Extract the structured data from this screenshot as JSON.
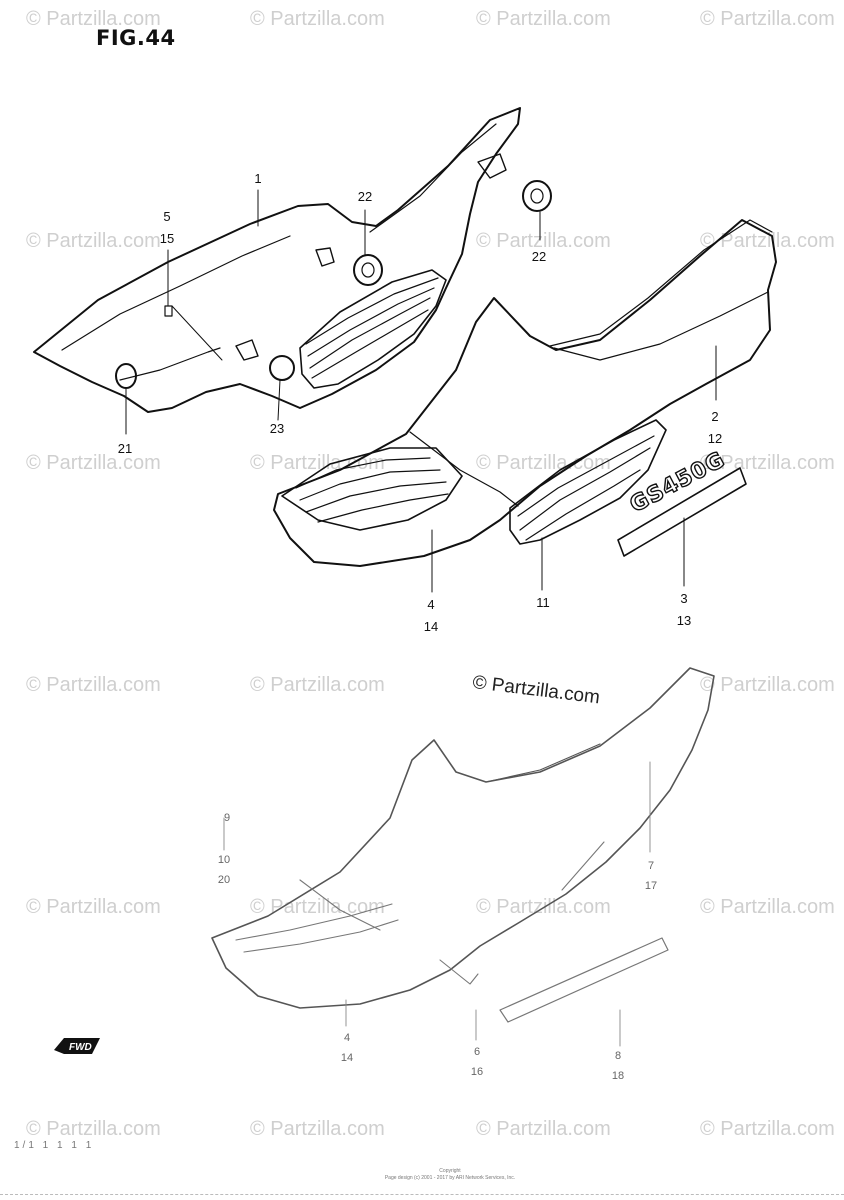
{
  "figure": {
    "title": "FIG.44"
  },
  "watermark": {
    "text": "© Partzilla.com",
    "main_text": "© Partzilla.com"
  },
  "callouts": {
    "c1": {
      "line1": "1"
    },
    "c5": {
      "line1": "5",
      "line2": "15"
    },
    "c22a": {
      "line1": "22"
    },
    "c22b": {
      "line1": "22"
    },
    "c21": {
      "line1": "21"
    },
    "c23": {
      "line1": "23"
    },
    "c2": {
      "line1": "2",
      "line2": "12"
    },
    "c4": {
      "line1": "4",
      "line2": "14"
    },
    "c11": {
      "line1": "11"
    },
    "c3": {
      "line1": "3",
      "line2": "13"
    },
    "c9": {
      "line1": "9"
    },
    "c10": {
      "line1": "10",
      "line2": "20"
    },
    "c7": {
      "line1": "7",
      "line2": "17"
    },
    "c14b": {
      "line1": "4",
      "line2": "14"
    },
    "c6": {
      "line1": "6",
      "line2": "16"
    },
    "c8": {
      "line1": "8",
      "line2": "18"
    }
  },
  "emblem": {
    "text": "GS450G"
  },
  "fwd_mark": {
    "text": "FWD"
  },
  "footer": {
    "line1": "Copyright",
    "line2": "Page design (c) 2001 - 2017 by ARI Network Services, Inc."
  },
  "bottom_left": {
    "text": "1/1 1 1 1 1"
  }
}
